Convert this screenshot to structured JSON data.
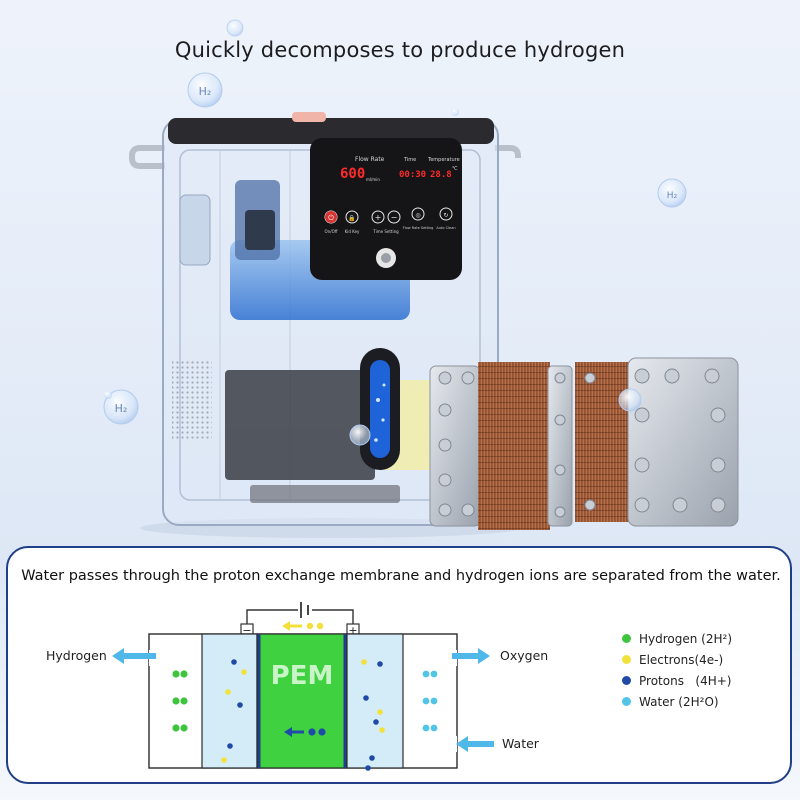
{
  "headline": "Quickly decomposes to produce hydrogen",
  "bubble_label": "H₂",
  "panel": {
    "flow_rate_label": "Flow Rate",
    "flow_rate_value": "600",
    "flow_rate_unit": "ml/min",
    "time_label": "Time",
    "time_value": "00:30",
    "temperature_label": "Temperature",
    "temperature_value": "28.8",
    "temperature_unit": "℃",
    "onoff_label": "On/Off",
    "kidkey_label": "Kid Key",
    "time_setting_label": "Time Setting",
    "flowrate_setting_label": "Flow Rate Setting",
    "autoclean_label": "Auto Clean"
  },
  "caption": "Water passes through the proton exchange membrane and hydrogen ions are separated from the water.",
  "diagram": {
    "pem_label": "PEM",
    "minus_label": "−",
    "plus_label": "+",
    "hydrogen_label": "Hydrogen",
    "oxygen_label": "Oxygen",
    "water_label": "Water"
  },
  "legend": [
    {
      "label": "Hydrogen (2H²)",
      "color": "#3ec43e"
    },
    {
      "label": "Electrons(4e-)",
      "color": "#f2e13a"
    },
    {
      "label": "Protons   (4H+)",
      "color": "#1f4aa8"
    },
    {
      "label": "Water (2H²O)",
      "color": "#52c4e6"
    }
  ],
  "colors": {
    "pem_green": "#3fd13f",
    "chamber_blue": "#d3ecf8",
    "arrow_blue": "#4fb8e8",
    "border_navy": "#1f3f86",
    "display_red": "#ff2a2a"
  }
}
